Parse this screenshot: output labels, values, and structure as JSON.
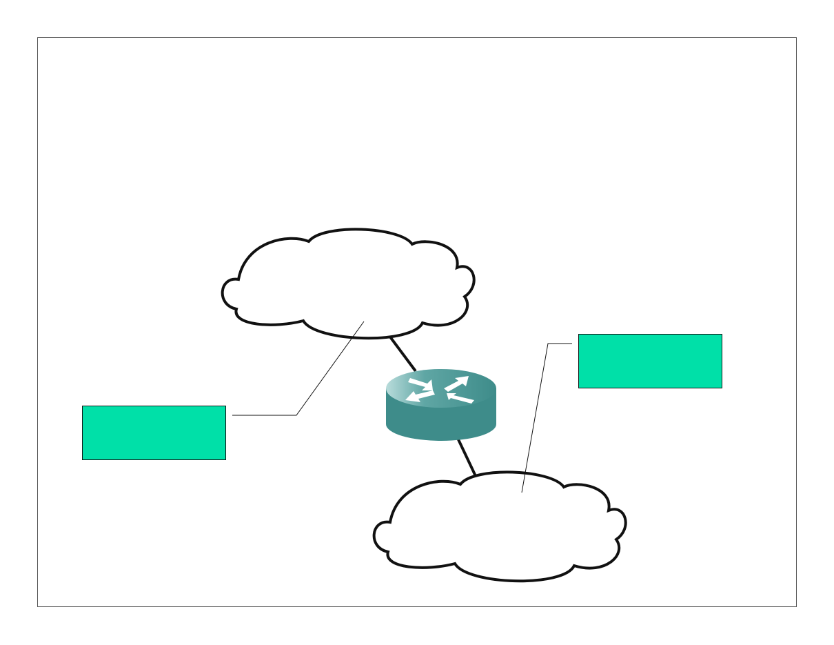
{
  "diagram": {
    "nodes": [
      {
        "id": "cloud-top",
        "kind": "network-cloud"
      },
      {
        "id": "router",
        "kind": "router"
      },
      {
        "id": "cloud-bottom",
        "kind": "network-cloud"
      }
    ],
    "links": [
      {
        "from": "cloud-top",
        "to": "router"
      },
      {
        "from": "router",
        "to": "cloud-bottom"
      }
    ],
    "callouts": [
      {
        "target": "cloud-top",
        "text": ""
      },
      {
        "target": "cloud-bottom",
        "text": ""
      }
    ]
  },
  "colors": {
    "callout_fill": "#00e0a8",
    "router_body": "#3e8c8a",
    "router_top": "#5fa8a6",
    "frame": "#555555"
  }
}
